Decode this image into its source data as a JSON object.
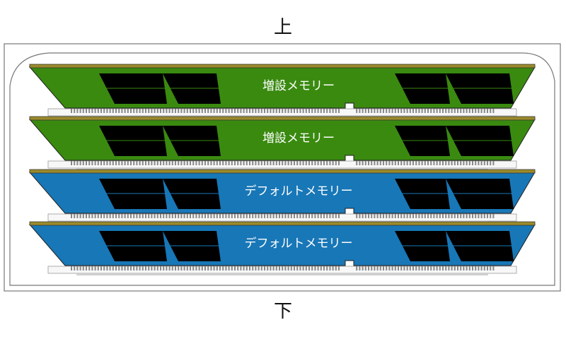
{
  "direction": {
    "top": "上",
    "bottom": "下"
  },
  "colors": {
    "added_pcb": "#3a8a10",
    "default_pcb": "#1877b7",
    "chip": "#000000",
    "gold_edge": "#9b8a2a",
    "socket": "#f7f7f7",
    "outline": "#777777"
  },
  "modules": [
    {
      "kind": "added",
      "label": "増設メモリー"
    },
    {
      "kind": "added",
      "label": "増設メモリー"
    },
    {
      "kind": "default",
      "label": "デフォルトメモリー"
    },
    {
      "kind": "default",
      "label": "デフォルトメモリー"
    }
  ]
}
